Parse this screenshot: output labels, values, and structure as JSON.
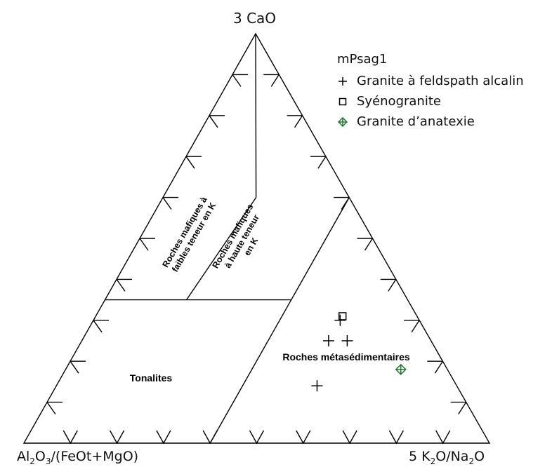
{
  "chart_data": {
    "type": "ternary",
    "apices": {
      "top": "3 CaO",
      "left_main": "Al",
      "left_sub1": "2",
      "left_mid": "O",
      "left_sub2": "3",
      "left_rest": "/(FeOt+MgO)",
      "right_pre": "5 K",
      "right_sub": "2",
      "right_rest": "O/Na",
      "right_sub2": "2",
      "right_end": "O"
    },
    "tick_divisions": 10,
    "fields": {
      "mafic_low_k_line1": "Roches mafiques à",
      "mafic_low_k_line2": "faibles teneur en K",
      "mafic_high_k_line1": "Roches mafiques",
      "mafic_high_k_line2": "à haute teneur",
      "mafic_high_k_line3": "en K",
      "tonalites": "Tonalites",
      "metasediments": "Roches métasédimentaires"
    },
    "legend": {
      "title": "mPsag1",
      "items": [
        {
          "label": "Granite à feldspath alcalin",
          "marker": "plus",
          "color": "#000000"
        },
        {
          "label": "Syénogranite",
          "marker": "square",
          "color": "#000000"
        },
        {
          "label": "Granite d’anatexie",
          "marker": "diamond-plus",
          "color": "#1e7a2e"
        }
      ]
    },
    "points": [
      {
        "series": 0,
        "CaO": 0.3,
        "Al2O3": 0.17,
        "K2O_Na2O": 0.53
      },
      {
        "series": 0,
        "CaO": 0.25,
        "Al2O3": 0.22,
        "K2O_Na2O": 0.53
      },
      {
        "series": 0,
        "CaO": 0.25,
        "Al2O3": 0.18,
        "K2O_Na2O": 0.57
      },
      {
        "series": 0,
        "CaO": 0.14,
        "Al2O3": 0.3,
        "K2O_Na2O": 0.56
      },
      {
        "series": 1,
        "CaO": 0.31,
        "Al2O3": 0.16,
        "K2O_Na2O": 0.53
      },
      {
        "series": 2,
        "CaO": 0.18,
        "Al2O3": 0.1,
        "K2O_Na2O": 0.72
      }
    ],
    "boundaries": [
      [
        {
          "CaO": 1,
          "Al2O3": 0,
          "K2O_Na2O": 0
        },
        {
          "CaO": 0.6,
          "Al2O3": 0.2,
          "K2O_Na2O": 0.2
        }
      ],
      [
        {
          "CaO": 0.6,
          "Al2O3": 0.2,
          "K2O_Na2O": 0.2
        },
        {
          "CaO": 0.35,
          "Al2O3": 0.475,
          "K2O_Na2O": 0.175
        }
      ],
      [
        {
          "CaO": 0.35,
          "Al2O3": 0.65,
          "K2O_Na2O": 0
        },
        {
          "CaO": 0.35,
          "Al2O3": 0.25,
          "K2O_Na2O": 0.4
        }
      ],
      [
        {
          "CaO": 0,
          "Al2O3": 0.6,
          "K2O_Na2O": 0.4
        },
        {
          "CaO": 0.6,
          "Al2O3": 0,
          "K2O_Na2O": 0.4
        }
      ]
    ]
  }
}
